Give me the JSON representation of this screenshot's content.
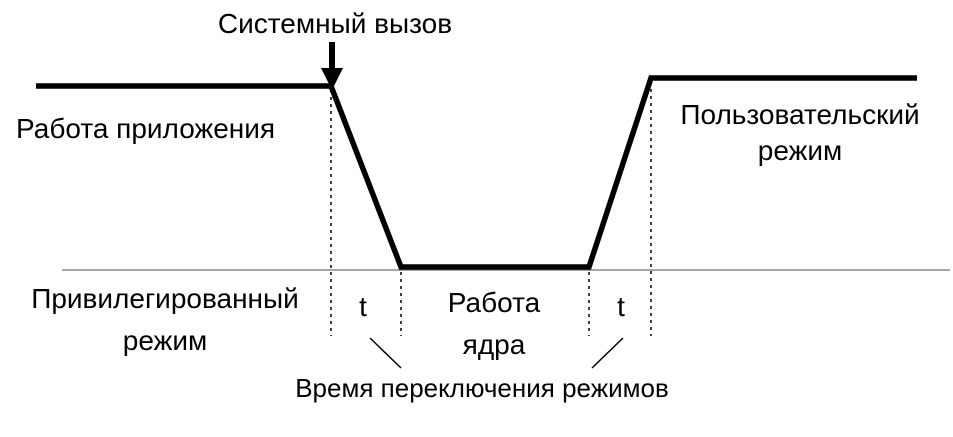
{
  "diagram": {
    "title": "Системный вызов",
    "labels": {
      "app_work": "Работа приложения",
      "user_mode_line1": "Пользовательский",
      "user_mode_line2": "режим",
      "privileged_line1": "Привилегированный",
      "privileged_line2": "режим",
      "kernel_line1": "Работа",
      "kernel_line2": "ядра",
      "t_left": "t",
      "t_right": "t",
      "switch_time": "Время переключения режимов"
    },
    "colors": {
      "line": "#000000",
      "baseline": "#8a8a8a",
      "background": "#ffffff"
    }
  }
}
